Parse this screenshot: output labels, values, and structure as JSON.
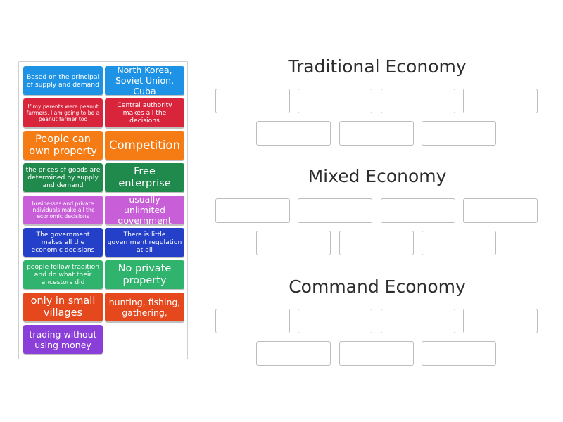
{
  "bank": {
    "cards": [
      {
        "text": "Based on the principal of supply and demand",
        "color": "#1e93e6"
      },
      {
        "text": "North Korea, Soviet Union, Cuba",
        "color": "#1e93e6"
      },
      {
        "text": "If my parents were peanut farmers, I am going to be a peanut farmer too",
        "color": "#d9253c"
      },
      {
        "text": "Central authority makes all the decisions",
        "color": "#d9253c"
      },
      {
        "text": "People can own property",
        "color": "#f57c14"
      },
      {
        "text": "Competition",
        "color": "#f57c14"
      },
      {
        "text": "the prices of goods are determined by supply and demand",
        "color": "#1f8a4c"
      },
      {
        "text": "Free enterprise",
        "color": "#1f8a4c"
      },
      {
        "text": "businesses and private individuals make all the economic decisions",
        "color": "#c95fd8"
      },
      {
        "text": "usually unlimited government",
        "color": "#c95fd8"
      },
      {
        "text": "The government makes all the economic decisions",
        "color": "#2440c8"
      },
      {
        "text": "There is little government regulation at all",
        "color": "#2440c8"
      },
      {
        "text": "people follow tradition and do what their ancestors did",
        "color": "#2fb36d"
      },
      {
        "text": "No private property",
        "color": "#2fb36d"
      },
      {
        "text": "only in small villages",
        "color": "#e6481d"
      },
      {
        "text": "hunting, fishing, gathering,",
        "color": "#e6481d"
      },
      {
        "text": "trading without using money",
        "color": "#8a3fd8"
      }
    ]
  },
  "groups": [
    {
      "title": "Traditional Economy",
      "slot_count": 7
    },
    {
      "title": "Mixed Economy",
      "slot_count": 7
    },
    {
      "title": "Command Economy",
      "slot_count": 7
    }
  ]
}
